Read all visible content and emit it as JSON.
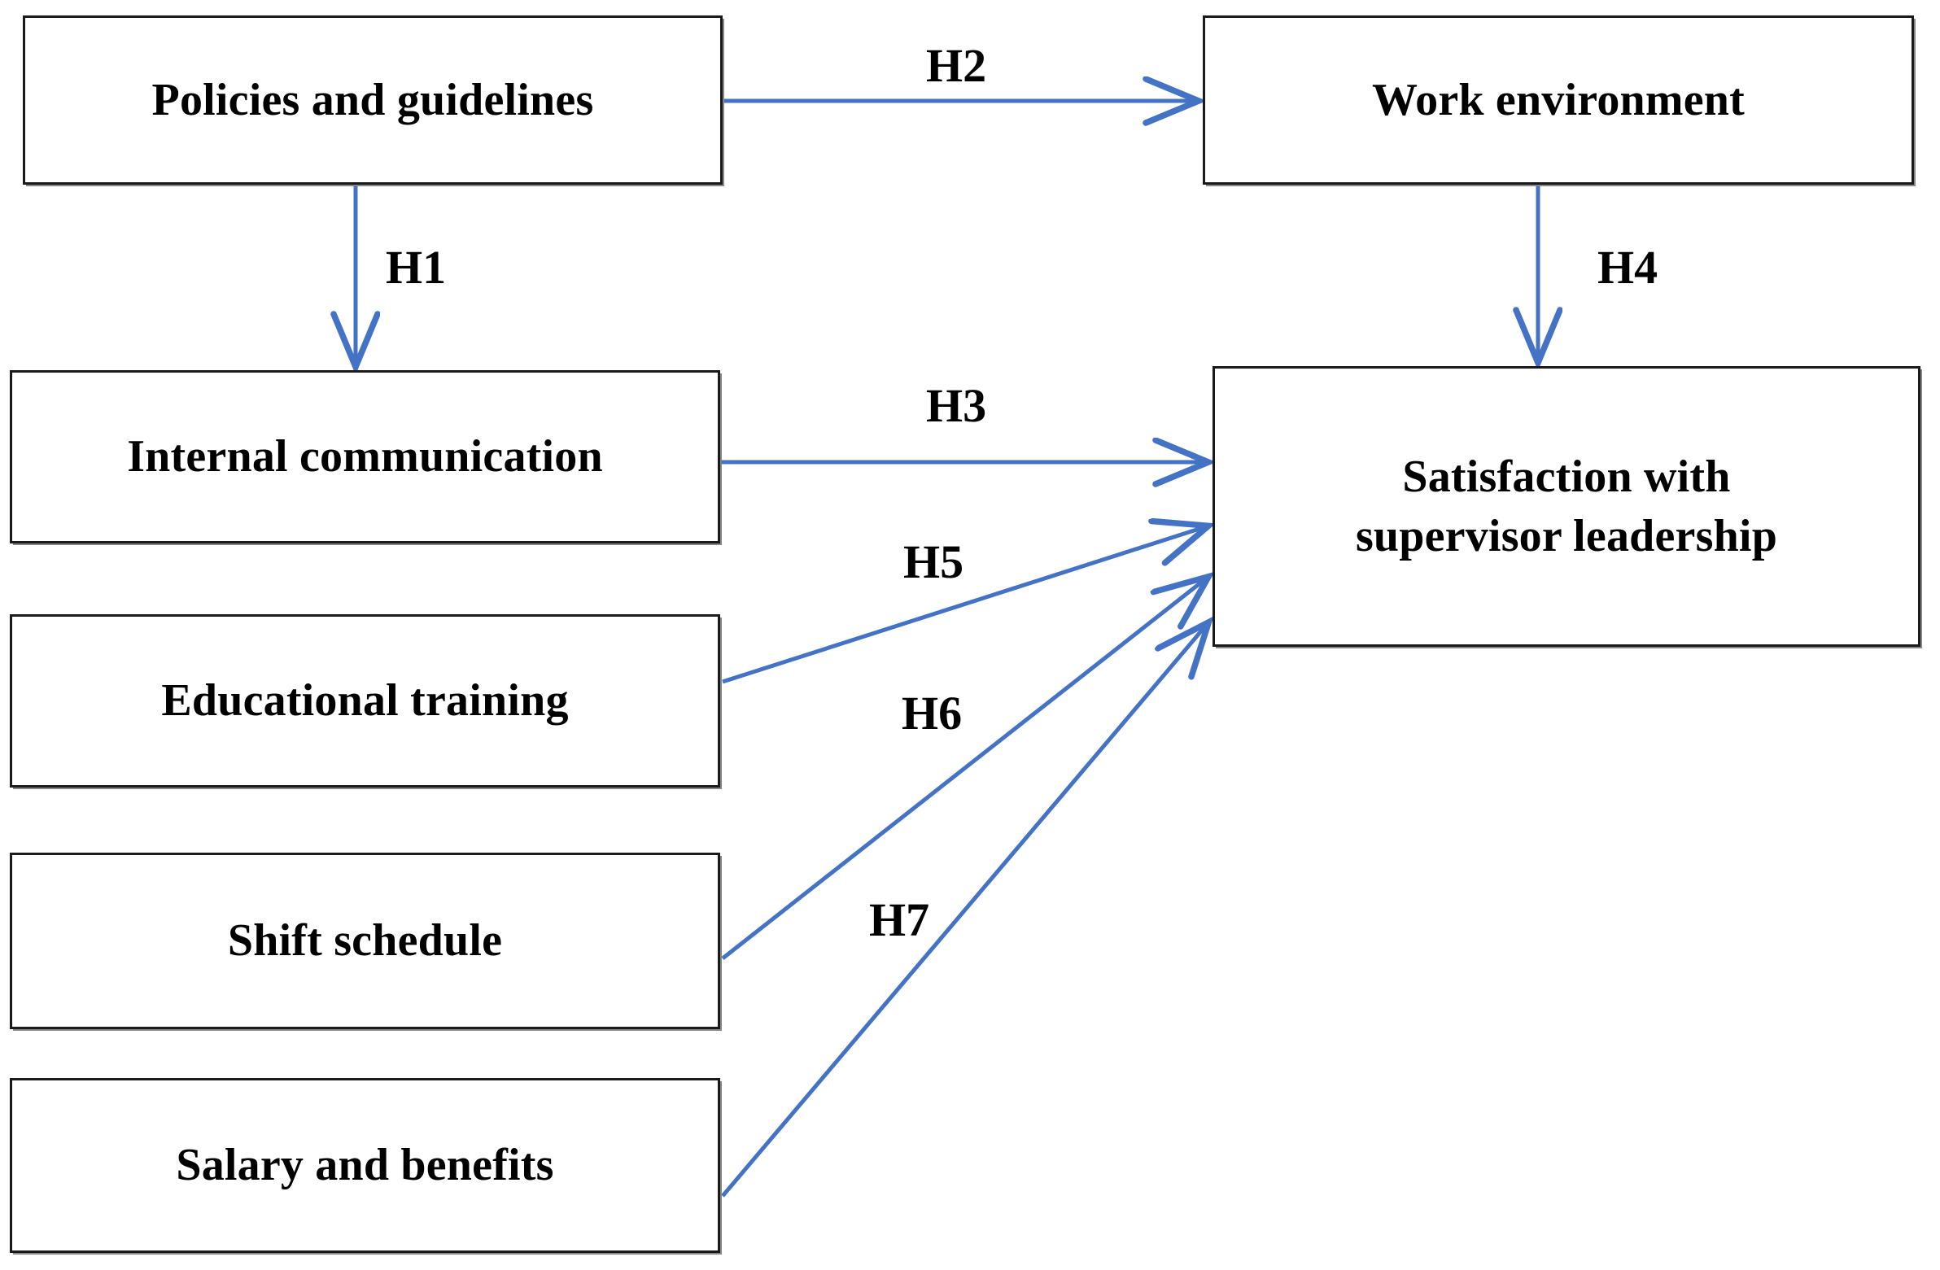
{
  "diagram": {
    "type": "conceptual-research-model",
    "colors": {
      "arrow": "#4472C4",
      "box_border": "#1A1A1A",
      "box_fill": "#FFFFFF",
      "text": "#000000",
      "shadow": "#828282"
    },
    "nodes": [
      {
        "id": "policies",
        "label": "Policies and guidelines"
      },
      {
        "id": "work_env",
        "label": "Work environment"
      },
      {
        "id": "internal_comm",
        "label": "Internal communication"
      },
      {
        "id": "edu_training",
        "label": "Educational training"
      },
      {
        "id": "shift_schedule",
        "label": "Shift schedule"
      },
      {
        "id": "salary",
        "label": "Salary and benefits"
      },
      {
        "id": "satisfaction",
        "label": "Satisfaction with\nsupervisor leadership"
      }
    ],
    "edges": [
      {
        "id": "h1",
        "label": "H1",
        "from": "policies",
        "to": "internal_comm",
        "direction": "down"
      },
      {
        "id": "h2",
        "label": "H2",
        "from": "policies",
        "to": "work_env",
        "direction": "right"
      },
      {
        "id": "h3",
        "label": "H3",
        "from": "internal_comm",
        "to": "satisfaction",
        "direction": "right"
      },
      {
        "id": "h4",
        "label": "H4",
        "from": "work_env",
        "to": "satisfaction",
        "direction": "down"
      },
      {
        "id": "h5",
        "label": "H5",
        "from": "edu_training",
        "to": "satisfaction",
        "direction": "diagonal-up-right"
      },
      {
        "id": "h6",
        "label": "H6",
        "from": "shift_schedule",
        "to": "satisfaction",
        "direction": "diagonal-up-right"
      },
      {
        "id": "h7",
        "label": "H7",
        "from": "salary",
        "to": "satisfaction",
        "direction": "diagonal-up-right"
      }
    ]
  }
}
